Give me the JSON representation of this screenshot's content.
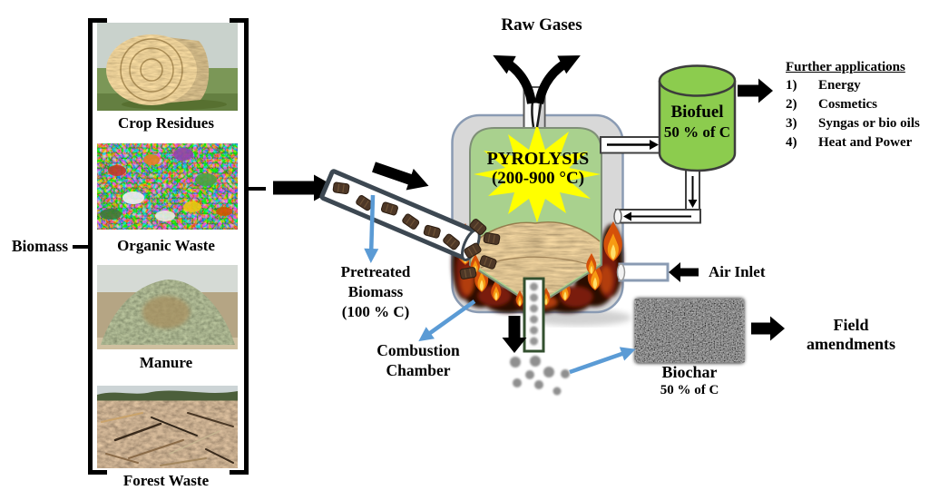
{
  "diagram": {
    "colors": {
      "reactor_shell_gray": "#d8d8d8",
      "shell_border_bluegray": "#8a9bb3",
      "chamber_green": "#a9d18e",
      "biofuel_tank_green": "#8ccc4e",
      "starburst_yellow": "#ffff00",
      "callout_arrow_blue": "#5b9bd5",
      "flame_orange": "#d4500a",
      "text_black": "#000000"
    },
    "biomass": {
      "label": "Biomass",
      "sources": [
        {
          "label": "Crop Residues"
        },
        {
          "label": "Organic Waste"
        },
        {
          "label": "Manure"
        },
        {
          "label": "Forest Waste"
        }
      ]
    },
    "raw_gases": {
      "label": "Raw Gases"
    },
    "reactor": {
      "process": "PYROLYSIS",
      "temperature_range": "(200-900 °C)"
    },
    "pretreated_biomass": {
      "line1": "Pretreated",
      "line2": "Biomass",
      "line3": "(100 % C)"
    },
    "combustion_chamber": {
      "line1": "Combustion",
      "line2": "Chamber"
    },
    "air_inlet": {
      "label": "Air Inlet"
    },
    "biofuel": {
      "label": "Biofuel",
      "carbon_share": "50 % of C"
    },
    "further_applications": {
      "title": "Further applications",
      "items": [
        {
          "num": "1)",
          "label": "Energy"
        },
        {
          "num": "2)",
          "label": "Cosmetics"
        },
        {
          "num": "3)",
          "label": "Syngas or bio oils"
        },
        {
          "num": "4)",
          "label": "Heat and Power"
        }
      ]
    },
    "biochar": {
      "label": "Biochar",
      "carbon_share": "50 % of C"
    },
    "field_amendments": {
      "line1": "Field",
      "line2": "amendments"
    }
  }
}
